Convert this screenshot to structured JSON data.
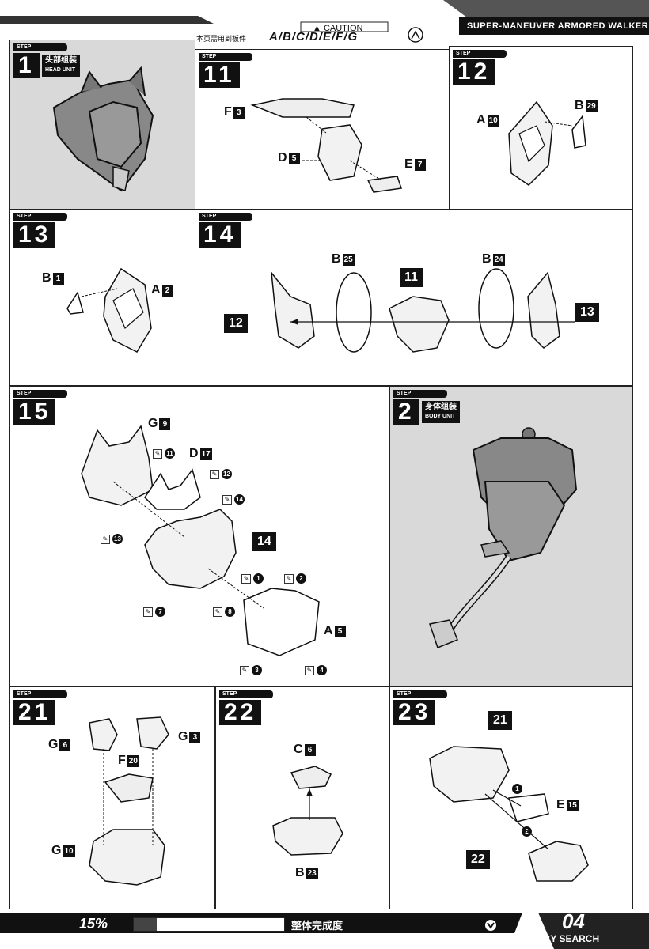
{
  "header": {
    "caution_title": "CAUTION",
    "caution_sub": "本页需用到板件",
    "plates": "A/B/C/D/E/F/G",
    "product": "SUPER-MANEUVER ARMORED WALKER"
  },
  "steps": {
    "s1": {
      "tag": "STEP",
      "num": "1",
      "title_cn": "头部组装",
      "title_en": "HEAD UNIT"
    },
    "s11": {
      "tag": "STEP",
      "num": "11",
      "parts": [
        {
          "letter": "F",
          "n": "3"
        },
        {
          "letter": "D",
          "n": "5"
        },
        {
          "letter": "E",
          "n": "7"
        }
      ]
    },
    "s12": {
      "tag": "STEP",
      "num": "12",
      "parts": [
        {
          "letter": "A",
          "n": "10"
        },
        {
          "letter": "B",
          "n": "29"
        }
      ]
    },
    "s13": {
      "tag": "STEP",
      "num": "13",
      "parts": [
        {
          "letter": "B",
          "n": "1"
        },
        {
          "letter": "A",
          "n": "2"
        }
      ]
    },
    "s14": {
      "tag": "STEP",
      "num": "14",
      "parts": [
        {
          "letter": "B",
          "n": "25"
        },
        {
          "letter": "B",
          "n": "24"
        }
      ],
      "refs": [
        "12",
        "11",
        "13"
      ]
    },
    "s15": {
      "tag": "STEP",
      "num": "15",
      "parts": [
        {
          "letter": "G",
          "n": "9"
        },
        {
          "letter": "D",
          "n": "17"
        },
        {
          "letter": "A",
          "n": "5"
        }
      ],
      "ref": "14",
      "callouts": [
        "11",
        "12",
        "14",
        "13",
        "1",
        "2",
        "7",
        "8",
        "3",
        "4"
      ]
    },
    "s2": {
      "tag": "STEP",
      "num": "2",
      "title_cn": "身体组装",
      "title_en": "BODY UNIT"
    },
    "s21": {
      "tag": "STEP",
      "num": "21",
      "parts": [
        {
          "letter": "G",
          "n": "6"
        },
        {
          "letter": "G",
          "n": "3"
        },
        {
          "letter": "F",
          "n": "20"
        },
        {
          "letter": "G",
          "n": "10"
        }
      ]
    },
    "s22": {
      "tag": "STEP",
      "num": "22",
      "parts": [
        {
          "letter": "C",
          "n": "6"
        },
        {
          "letter": "B",
          "n": "23"
        }
      ]
    },
    "s23": {
      "tag": "STEP",
      "num": "23",
      "parts": [
        {
          "letter": "E",
          "n": "15"
        }
      ],
      "refs": [
        "21",
        "22"
      ],
      "callouts": [
        "1",
        "2"
      ]
    }
  },
  "footer": {
    "percent": "15%",
    "progress": 0.15,
    "progress_label": "整体完成度",
    "page": "04",
    "watermark": "HOBBY SEARCH"
  }
}
